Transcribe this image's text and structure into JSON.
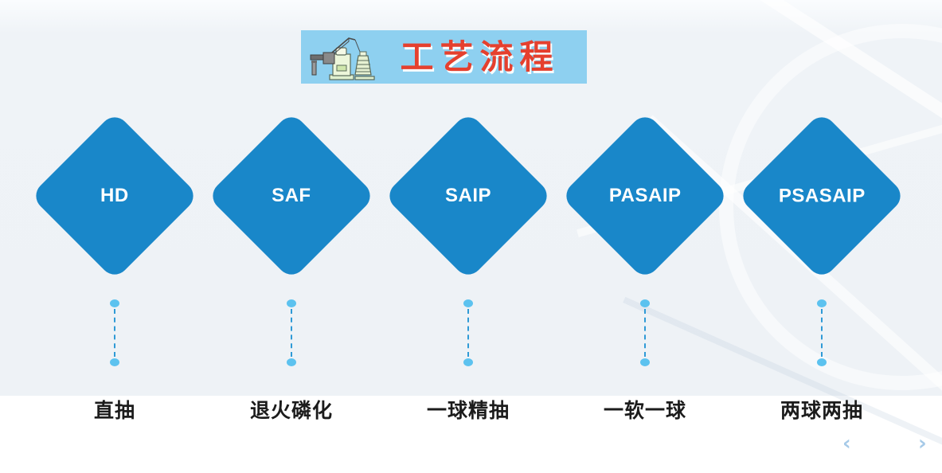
{
  "header": {
    "title": "工艺流程",
    "icon": "drawing-machine-icon",
    "banner_color": "#8ED0F0",
    "title_color": "#E5402E"
  },
  "flow": {
    "diamond_color": "#1987C9",
    "diamond_text_color": "#FFFFFF",
    "connector_line_color": "#2E9AD6",
    "connector_dot_color": "#5CC2EF",
    "steps": [
      {
        "code": "HD",
        "label": "直抽"
      },
      {
        "code": "SAF",
        "label": "退火磷化"
      },
      {
        "code": "SAIP",
        "label": "一球精抽"
      },
      {
        "code": "PASAIP",
        "label": "一软一球"
      },
      {
        "code": "PSASAIP",
        "label": "两球两抽"
      }
    ]
  },
  "nav": {
    "prev": "‹",
    "next": "›"
  },
  "colors": {
    "background": "#EEF2F6",
    "bottom_band": "#FFFFFF",
    "label_text": "#1C1C1C",
    "nav_arrows": "#A6CAE8"
  }
}
